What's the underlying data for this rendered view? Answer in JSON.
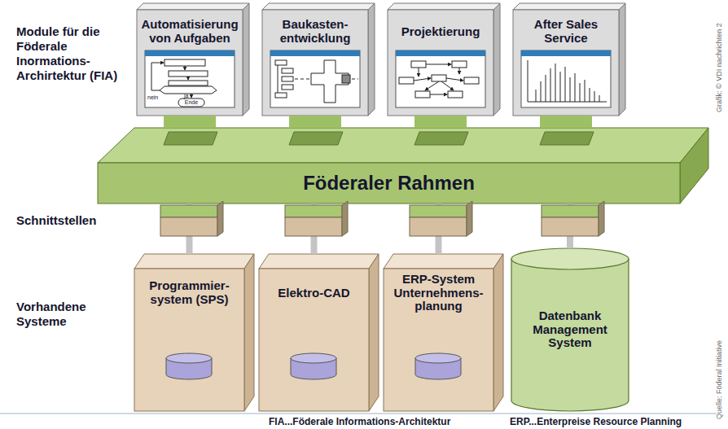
{
  "diagram": {
    "nodes": [
      {
        "text": [
          "Automatisierung von Aufgaben"
        ]
      },
      {
        "text": [
          "Baukasten- entwicklung"
        ]
      },
      {
        "text": [
          "Projektierung"
        ]
      },
      {
        "text": [
          "After Sales Service"
        ]
      },
      {
        "text": [
          "Föderaler Rahmen"
        ]
      },
      {
        "text": [
          "Programmier- system (SPS)"
        ]
      },
      {
        "text": [
          "Elektro-CAD"
        ]
      },
      {
        "text": [
          "ERP-System Unternehmens- planung"
        ]
      },
      {
        "text": [
          "Datenbank Management System"
        ]
      }
    ],
    "edges": [
      {
        "from": 0,
        "to": 4,
        "arrow": "none"
      },
      {
        "from": 1,
        "to": 4,
        "arrow": "none"
      },
      {
        "from": 2,
        "to": 4,
        "arrow": "none"
      },
      {
        "from": 3,
        "to": 4,
        "arrow": "none"
      },
      {
        "from": 4,
        "to": 5,
        "arrow": "none"
      },
      {
        "from": 4,
        "to": 6,
        "arrow": "none"
      },
      {
        "from": 4,
        "to": 7,
        "arrow": "none"
      },
      {
        "from": 4,
        "to": 8,
        "arrow": "none"
      }
    ],
    "labels": [
      "Module für die Föderale Inormations- Archirtektur (FIA)",
      "nein",
      "ja",
      "Ende",
      "Schnittstellen",
      "Vorhandene Systeme",
      "FIA...Föderale Informations-Architektur",
      "ERP...Enterpreise Resource Planning",
      "Grafik: © VDI nachrichten 2",
      "Quelle: Föderal Initiative"
    ]
  }
}
